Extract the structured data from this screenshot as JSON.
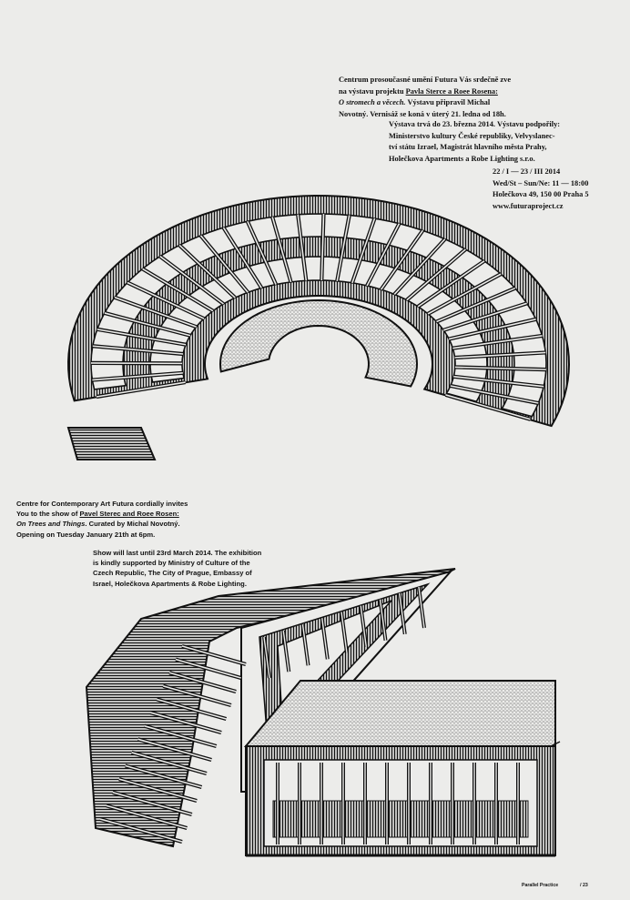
{
  "cz_invite": {
    "line1": "Centrum prosoučasné umění Futura Vás srdečně zve",
    "line2_pre": "na výstavu projektu ",
    "line2_link": "Pavla Sterce a Roee Rosena:",
    "line3_italic": "O stromech a věcech.",
    "line3_rest": " Výstavu připravil Michal",
    "line4": "Novotný. Vernisáž se koná v úterý 21. ledna od 18h."
  },
  "cz_support": {
    "line1": "Výstava trvá do 23. března 2014. Výstavu podpořily:",
    "line2": "Ministerstvo kultury České republiky, Velvyslanec-",
    "line3": "tví státu Izrael, Magistrát hlavního města Prahy,",
    "line4": "Holečkova Apartments a Robe Lighting s.r.o."
  },
  "info": {
    "dates": "22 / I — 23 / III 2014",
    "hours": "Wed/St – Sun/Ne: 11 — 18:00",
    "address": "Holečkova 49, 150 00 Praha 5",
    "url": "www.futuraproject.cz"
  },
  "en_invite": {
    "line1": "Centre for Contemporary Art Futura cordially invites",
    "line2_pre": "You to the show of ",
    "line2_link": "Pavel Sterec and Roee Rosen:",
    "line3_italic": "On Trees and Things",
    "line3_rest": ". Curated by Michal Novotný.",
    "line4": "Opening on Tuesday January 21th at 6pm."
  },
  "en_support": {
    "line1": "Show will last until 23rd March 2014. The exhibition",
    "line2": "is kindly supported by Ministry of Culture of the",
    "line3": "Czech Republic, The City of Prague, Embassy of",
    "line4": "Israel, Holečkova Apartments & Robe Lighting."
  },
  "footer": {
    "section": "Parallel Practice",
    "page": "/ 23"
  },
  "colors": {
    "background": "#ececea",
    "ink": "#111111"
  }
}
